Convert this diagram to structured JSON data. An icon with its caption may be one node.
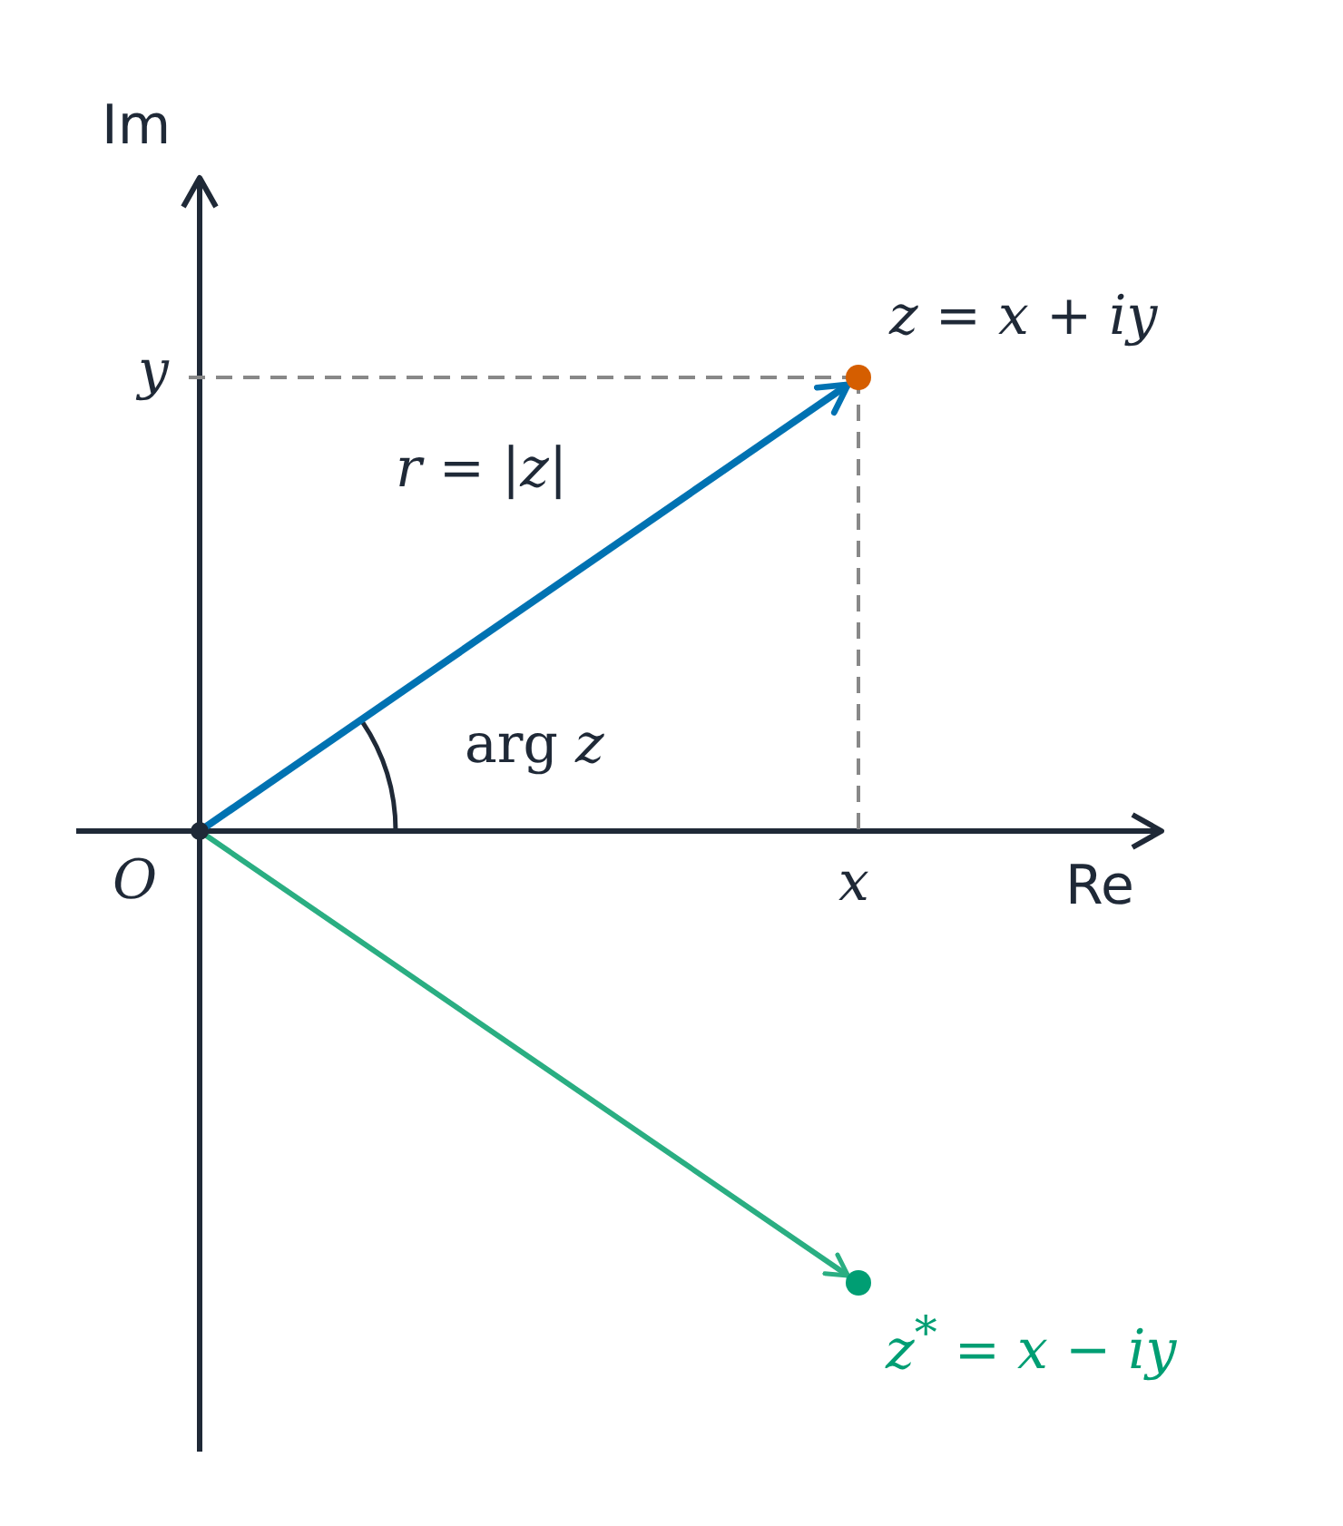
{
  "diagram": {
    "nodes": [
      {
        "text": [
          "O"
        ]
      },
      {
        "text": [
          "z = x + iy"
        ]
      },
      {
        "text": [
          "z$^{*}$ = x − iy"
        ]
      },
      {
        "text": [
          "y"
        ]
      },
      {
        "text": [
          "x"
        ]
      }
    ],
    "edges": [
      {
        "from": 0,
        "to": 1,
        "arrow": "to",
        "label": "r = |z|",
        "style": "thick",
        "color": "#0072b2"
      },
      {
        "from": 0,
        "to": 2,
        "arrow": "to",
        "color": "#2aae82"
      },
      {
        "from": 1,
        "to": 3,
        "arrow": "none",
        "style": "dashed",
        "color": "#888888"
      },
      {
        "from": 1,
        "to": 4,
        "arrow": "none",
        "style": "dashed",
        "color": "#888888"
      }
    ],
    "labels": [
      "Im",
      "arg *z*",
      "Re"
    ]
  }
}
